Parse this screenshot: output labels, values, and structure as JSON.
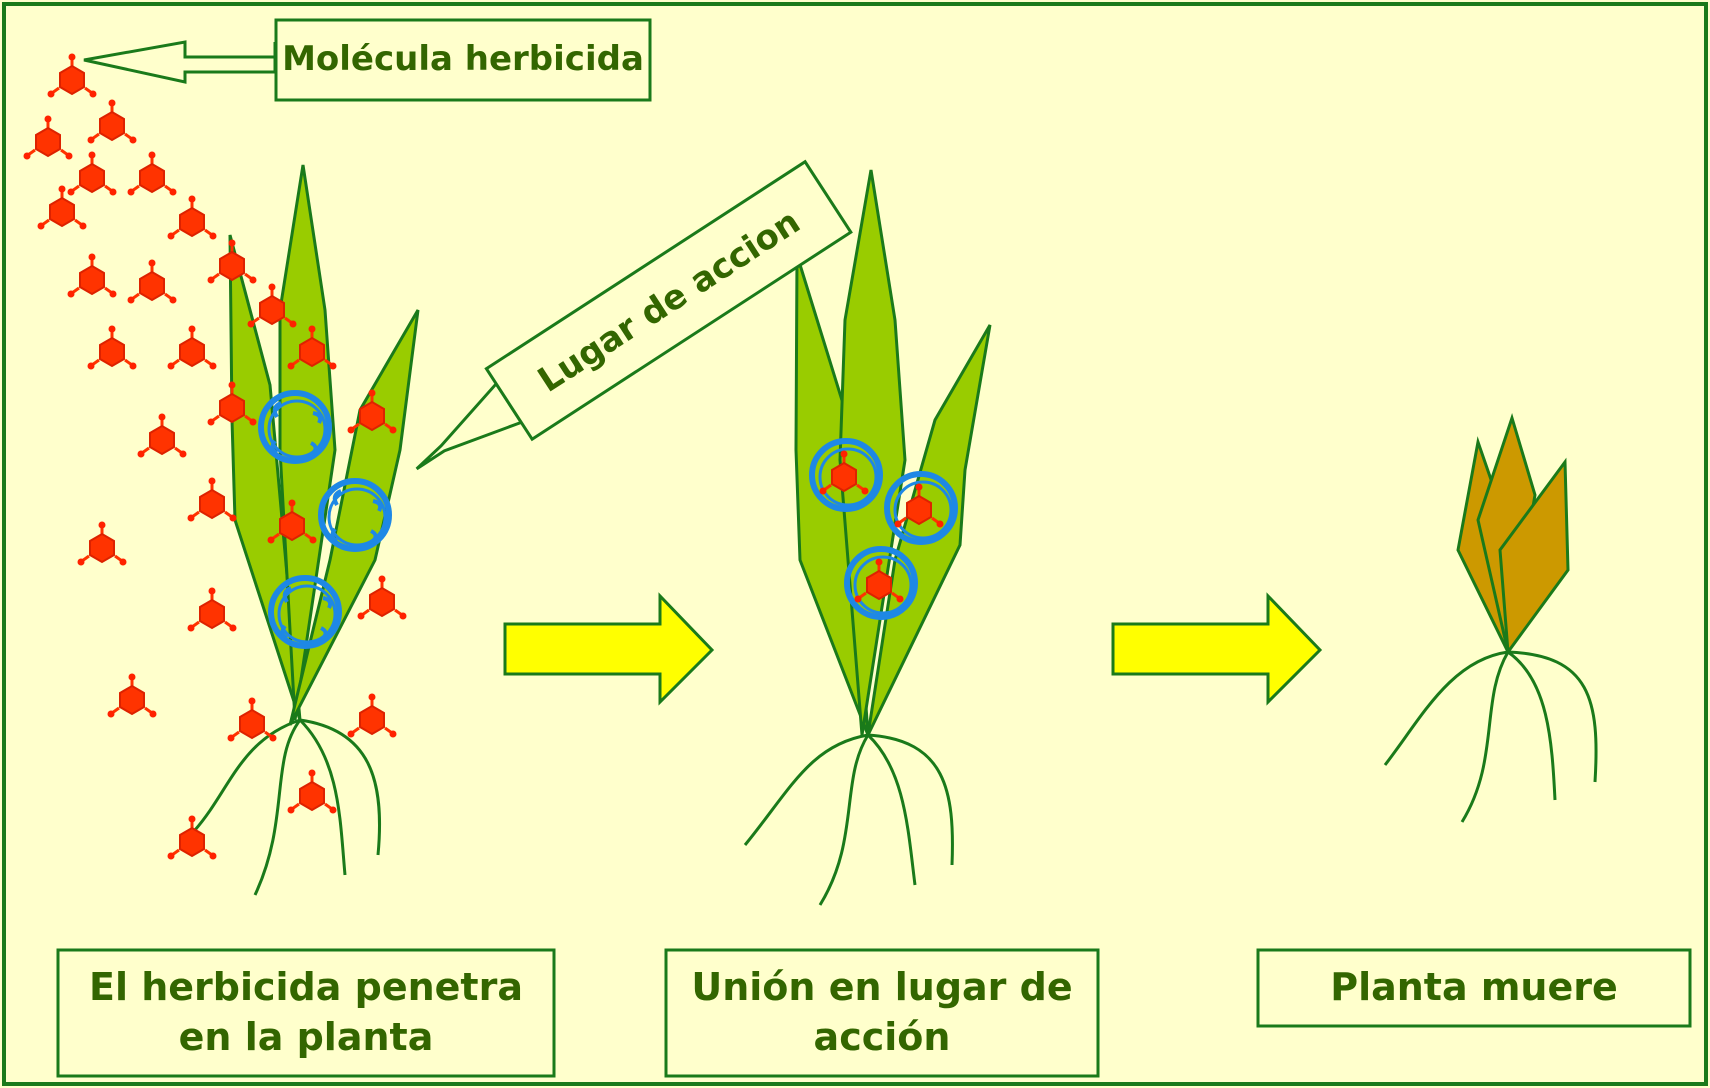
{
  "callouts": {
    "molecule": "Molécula herbicida",
    "site": "Lugar de accion"
  },
  "steps": [
    {
      "line1": "El herbicida penetra",
      "line2": "en la planta"
    },
    {
      "line1": "Unión en lugar de",
      "line2": "acción"
    },
    {
      "line1": "Planta muere",
      "line2": ""
    }
  ],
  "colors": {
    "background": "#ffffcc",
    "border": "#1a7a1a",
    "text": "#336600",
    "leaf": "#99cc00",
    "dead_leaf": "#cc9900",
    "molecule": "#ff3300",
    "binding_site": "#1e88e5",
    "arrow": "#ffff00"
  },
  "icons": {
    "molecule": "hexagon-molecule-icon",
    "binding_site": "blue-ring-icon",
    "progress_arrow": "right-arrow-icon"
  }
}
